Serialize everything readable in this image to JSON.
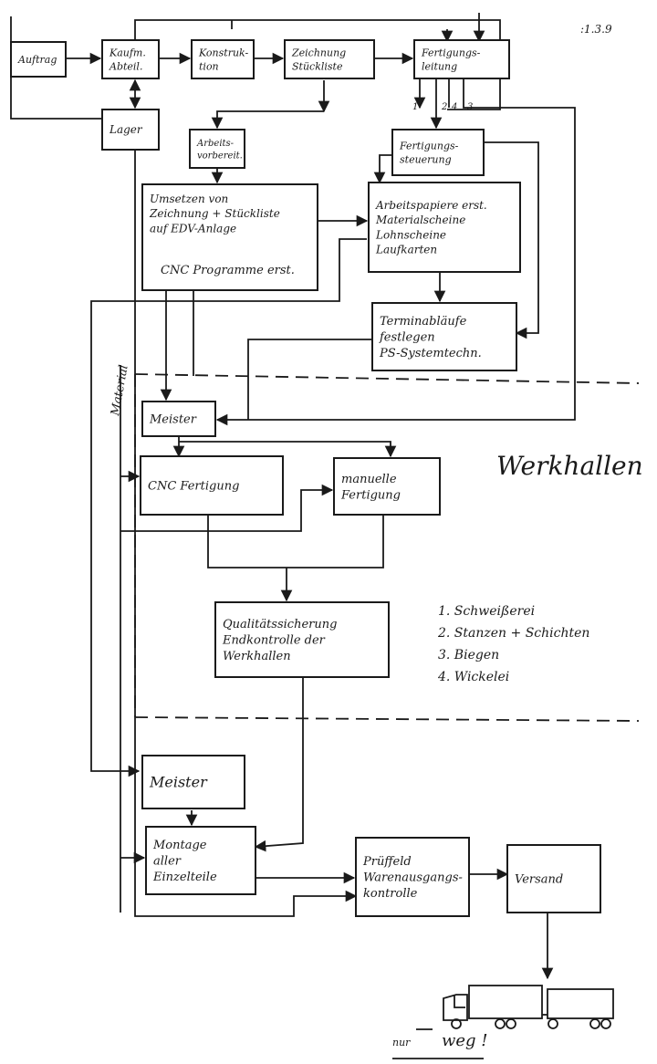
{
  "page_id": ":1.3.9",
  "nodes": {
    "auftrag": [
      "Auftrag"
    ],
    "kaufm_abteil": [
      "Kaufm.",
      "Abteil."
    ],
    "konstruktion": [
      "Konstruk-",
      "tion"
    ],
    "zeichnung": [
      "Zeichnung",
      "Stückliste"
    ],
    "fertigungsleitung": [
      "Fertigungs-",
      "leitung"
    ],
    "lager": [
      "Lager"
    ],
    "arbeitsvorbereit": [
      "Arbeits-",
      "vorbereit."
    ],
    "fertigungssteuerung": [
      "Fertigungs-",
      "steuerung"
    ],
    "umsetzen": [
      "Umsetzen von",
      "Zeichnung + Stückliste",
      "auf EDV-Anlage"
    ],
    "cnc_programme": [
      "CNC Programme erst."
    ],
    "arbeitspapiere": [
      "Arbeitspapiere erst.",
      "Materialscheine",
      "Lohnscheine",
      "Laufkarten"
    ],
    "termine": [
      "Terminabläufe",
      "festlegen",
      "PS-Systemtechn."
    ],
    "meister1": [
      "Meister"
    ],
    "cnc_fertigung": [
      "CNC Fertigung"
    ],
    "manuelle": [
      "manuelle",
      "Fertigung"
    ],
    "qualitaet": [
      "Qualitätssicherung",
      "Endkontrolle der",
      "Werkhallen"
    ],
    "meister2": [
      "Meister"
    ],
    "montage": [
      "Montage",
      "aller",
      "Einzelteile"
    ],
    "pruefeld": [
      "Prüffeld",
      "Warenausgangs-",
      "kontrolle"
    ],
    "versand": [
      "Versand"
    ]
  },
  "labels": {
    "werkhallen": "Werkhallen",
    "material": "Material",
    "nur_weg": "nur",
    "weg": "weg !",
    "arrow_nums": [
      "1",
      "2",
      "4",
      "3"
    ]
  },
  "werkhallen_list": [
    "1.  Schweißerei",
    "2.  Stanzen + Schichten",
    "3.  Biegen",
    "4.  Wickelei"
  ]
}
